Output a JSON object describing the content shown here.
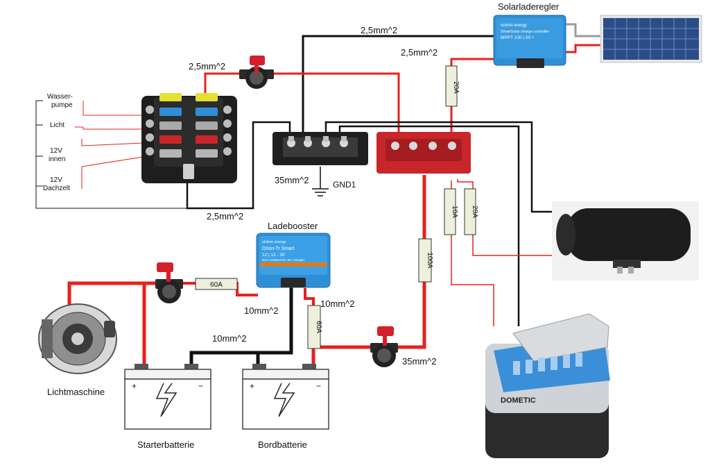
{
  "components": {
    "solar_controller": {
      "title": "Solarladeregler",
      "brand": "victron energy",
      "model_line1": "SmartSolar charge controller",
      "model_line2": "MPPT 100 | 50 +"
    },
    "ladebooster": {
      "title": "Ladebooster",
      "brand": "victron energy",
      "model_line1": "Orion-Tr Smart",
      "model_line2": "12 | 12 - 30",
      "model_line3": "Non-isolated DC-DC charger"
    },
    "fuse_box_labels": [
      "Wasser-",
      "pumpe",
      "Licht",
      "12V",
      "innen",
      "12V",
      "Dachzelt"
    ],
    "gnd_label": "GND1",
    "alternator_label": "Lichtmaschine",
    "starter_battery_label": "Starterbatterie",
    "house_battery_label": "Bordbatterie",
    "fridge_brand": "DOMETIC"
  },
  "wire_labels": {
    "top_black": "2,5mm^2",
    "top_red": "2,5mm^2",
    "fusebox_red": "2,5mm^2",
    "busbar_35": "35mm^2",
    "fusebox_bottom": "2,5mm^2",
    "booster_out": "10mm^2",
    "booster_in": "10mm^2",
    "battery_link": "10mm^2",
    "main_35": "35mm^2"
  },
  "fuses": {
    "solar": "20A",
    "fridge": "10A",
    "heater": "20A",
    "main": "100A",
    "booster_in": "60A",
    "booster_out": "60A"
  },
  "colors": {
    "wire_red": "#e8201c",
    "wire_black": "#111111",
    "victron_blue": "#2f8fd6",
    "busbar_red": "#c8262a",
    "fuse_tan": "#eef0dc"
  }
}
